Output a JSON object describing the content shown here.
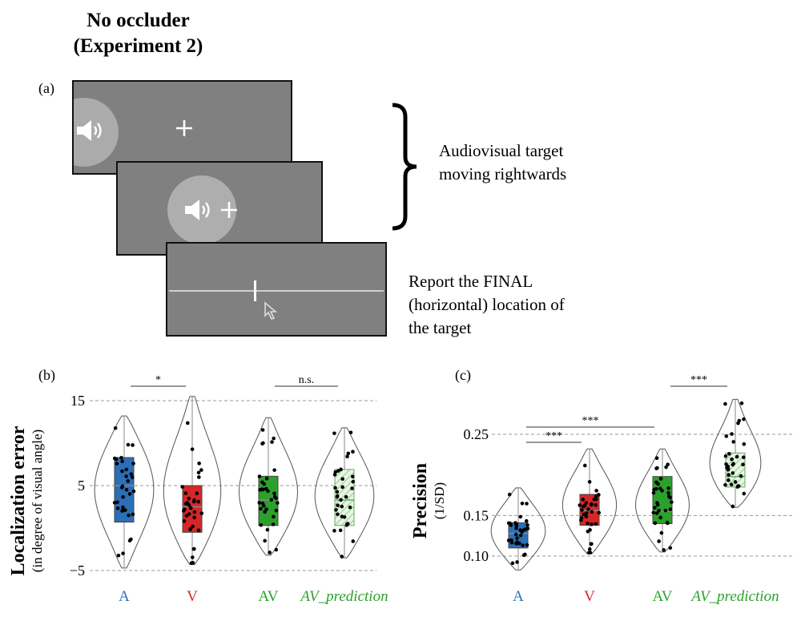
{
  "title": {
    "line1": "No occluder",
    "line2": "(Experiment 2)"
  },
  "panel_a": {
    "label": "(a)",
    "desc_moving": [
      "Audiovisual target",
      "moving rightwards"
    ],
    "desc_report": [
      "Report the FINAL",
      "(horizontal) location of",
      "the target"
    ]
  },
  "colors": {
    "A": "#2b6fb6",
    "V": "#d62728",
    "AV": "#2ca02c",
    "AV_prediction": "#2ca02c",
    "screen": "#808080"
  },
  "chart_data": [
    {
      "type": "box-violin",
      "panel": "(b)",
      "ylabel": "Localization error",
      "ylabel_sub": "(in degree of visual angle)",
      "categories": [
        "A",
        "V",
        "AV",
        "AV_prediction"
      ],
      "yticks": [
        15,
        5,
        -5
      ],
      "ytick_labels": [
        "15",
        "5",
        "−5"
      ],
      "ylim": [
        -6,
        17
      ],
      "grid": "dashed horizontal",
      "boxes": [
        {
          "name": "A",
          "q1": 0.7,
          "median": 5.0,
          "q3": 8.3,
          "whisker_low": -4.7,
          "whisker_high": 13.2
        },
        {
          "name": "V",
          "q1": -0.5,
          "median": 2.5,
          "q3": 5.0,
          "whisker_low": -4.3,
          "whisker_high": 15.5
        },
        {
          "name": "AV",
          "q1": 0.3,
          "median": 3.3,
          "q3": 6.1,
          "whisker_low": -3.2,
          "whisker_high": 13.0
        },
        {
          "name": "AV_prediction",
          "q1": 0.3,
          "median": 3.3,
          "q3": 6.9,
          "whisker_low": -3.5,
          "whisker_high": 11.8
        }
      ],
      "significance": [
        {
          "from": "A",
          "to": "V",
          "label": "*"
        },
        {
          "from": "AV",
          "to": "AV_prediction",
          "label": "n.s."
        }
      ]
    },
    {
      "type": "box-violin",
      "panel": "(c)",
      "ylabel": "Precision",
      "ylabel_sub": "(1/SD)",
      "categories": [
        "A",
        "V",
        "AV",
        "AV_prediction"
      ],
      "yticks": [
        0.25,
        0.15,
        0.1
      ],
      "ytick_labels": [
        "0.25",
        "0.15",
        "0.10"
      ],
      "ylim": [
        0.08,
        0.3
      ],
      "grid": "dashed horizontal",
      "boxes": [
        {
          "name": "A",
          "q1": 0.11,
          "median": 0.128,
          "q3": 0.141,
          "whisker_low": 0.083,
          "whisker_high": 0.184
        },
        {
          "name": "V",
          "q1": 0.138,
          "median": 0.156,
          "q3": 0.176,
          "whisker_low": 0.103,
          "whisker_high": 0.232
        },
        {
          "name": "AV",
          "q1": 0.14,
          "median": 0.155,
          "q3": 0.198,
          "whisker_low": 0.105,
          "whisker_high": 0.232
        },
        {
          "name": "AV_prediction",
          "q1": 0.185,
          "median": 0.198,
          "q3": 0.227,
          "whisker_low": 0.16,
          "whisker_high": 0.293
        }
      ],
      "significance": [
        {
          "from": "A",
          "to": "V",
          "label": "***"
        },
        {
          "from": "A",
          "to": "AV",
          "label": "***"
        },
        {
          "from": "AV",
          "to": "AV_prediction",
          "label": "***"
        }
      ]
    }
  ]
}
